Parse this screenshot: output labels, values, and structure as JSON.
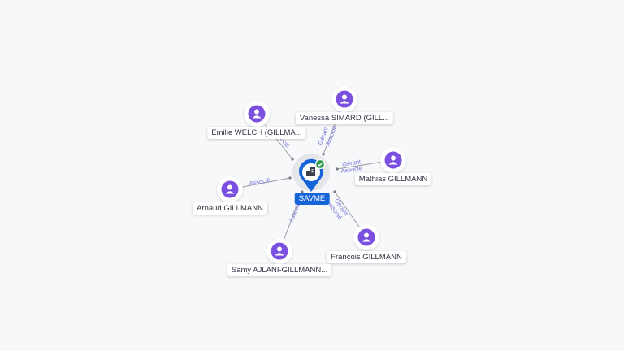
{
  "center": {
    "label": "SAVME",
    "icon": "building-icon",
    "badge": "check-badge-icon"
  },
  "nodes": [
    {
      "id": "emilie",
      "label": "Emilie WELCH (GILLMA...",
      "icon": "person-icon",
      "roles": [
        "Associé"
      ]
    },
    {
      "id": "vanessa",
      "label": "Vanessa SIMARD (GILL...",
      "icon": "person-icon",
      "roles": [
        "Gérant",
        "Associé"
      ]
    },
    {
      "id": "mathias",
      "label": "Mathias GILLMANN",
      "icon": "person-icon",
      "roles": [
        "Gérant",
        "Associé"
      ]
    },
    {
      "id": "arnaud",
      "label": "Arnaud GILLMANN",
      "icon": "person-icon",
      "roles": [
        "Associé"
      ]
    },
    {
      "id": "francois",
      "label": "François GILLMANN",
      "icon": "person-icon",
      "roles": [
        "Gérant",
        "Associé"
      ]
    },
    {
      "id": "samy",
      "label": "Samy AJLANI-GILLMANN...",
      "icon": "person-icon",
      "roles": [
        "Associé"
      ]
    }
  ],
  "colors": {
    "person": "#7b4fe0",
    "center": "#1565d8",
    "edge": "#9a9aa4",
    "edge_text": "#7b76d8",
    "badge": "#2e9a4a"
  }
}
